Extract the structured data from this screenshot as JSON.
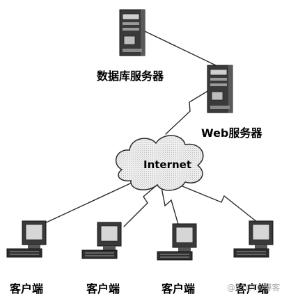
{
  "labels": {
    "db_server": "数据库服务器",
    "web_server": "Web服务器",
    "internet": "Internet",
    "client_1": "客户端",
    "client_2": "客户端",
    "client_3": "客户端",
    "client_4": "客户端"
  },
  "watermark": "@51CTO博客",
  "colors": {
    "line": "#2a2a2a",
    "device_dark": "#3a3a3a",
    "device_light": "#d8d8d8",
    "background": "#ffffff"
  },
  "icons": [
    "server-icon",
    "cloud-icon",
    "computer-icon"
  ]
}
